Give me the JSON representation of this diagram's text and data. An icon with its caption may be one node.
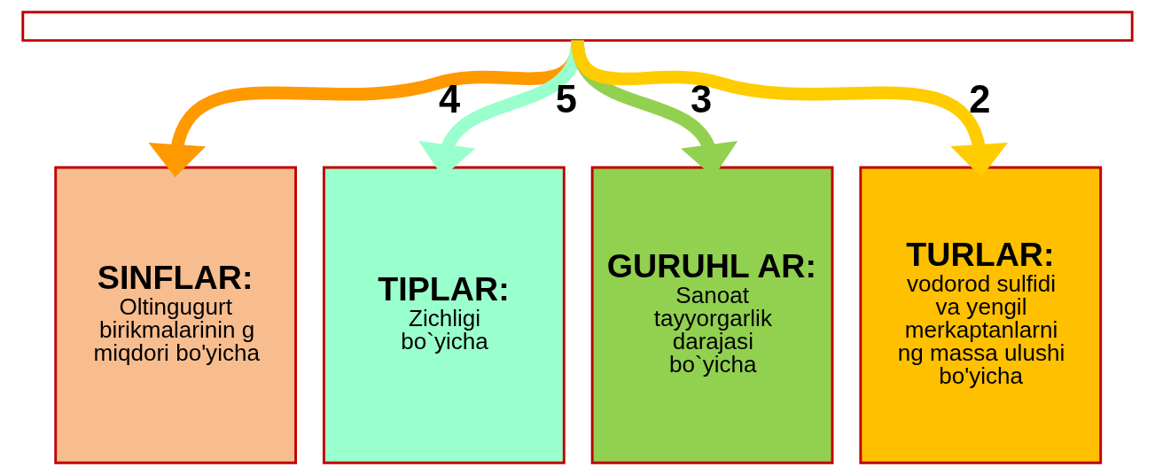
{
  "diagram": {
    "nodes": [
      {
        "text": [],
        "shape": "box"
      },
      {
        "text": [
          "SINFLAR:",
          "Oltingugurt birikmalarinin g miqdori bo'yicha"
        ]
      },
      {
        "text": [
          "TIPLAR:",
          "Zichligi bo`yicha"
        ]
      },
      {
        "text": [
          "GURUHL AR:",
          "Sanoat tayyorgarlik darajasi bo`yicha"
        ]
      },
      {
        "text": [
          "TURLAR:",
          "vodorod sulfidi va yengil merkaptanlarni ng massa ulushi bo'yicha"
        ]
      }
    ],
    "edges": [
      {
        "from": 0,
        "to": 1,
        "arrow": "to",
        "label": "4",
        "color": "#ff9900"
      },
      {
        "from": 0,
        "to": 2,
        "arrow": "to",
        "label": "5",
        "color": "#99ffcc"
      },
      {
        "from": 0,
        "to": 3,
        "arrow": "to",
        "label": "3",
        "color": "#92d050"
      },
      {
        "from": 0,
        "to": 4,
        "arrow": "to",
        "label": "2",
        "color": "#ffcc00"
      }
    ]
  }
}
